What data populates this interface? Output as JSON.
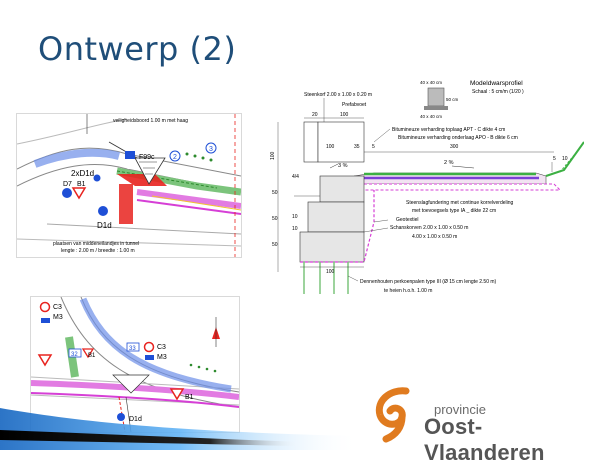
{
  "slide": {
    "title": "Ontwerp (2)"
  },
  "plan_top": {
    "note_rail": "veiligheidsboord 1.00 m met haag",
    "sign_code": "F99c",
    "badge_left": "2",
    "badge_right": "3",
    "sign_2xd1d": "2xD1d",
    "sign_d7": "D7",
    "sign_b1": "B1",
    "sign_d1d": "D1d",
    "note_tunnel_1": "plaatsen van middeneilandjes in tunnel",
    "note_tunnel_2": "lengte : 2.00 m / breedte : 1.00 m"
  },
  "plan_bottom": {
    "sign_c3_left": "C3",
    "sign_m3_left": "M3",
    "sign_b1_left": "B1",
    "badge_32": "32",
    "badge_33": "33",
    "sign_c3_right": "C3",
    "sign_m3_right": "M3",
    "sign_b1_right": "B1",
    "sign_d1d": "D1d"
  },
  "section": {
    "model_title": "Modeldwarsprofiel",
    "model_scale": "Schaal : 5 cm/m (1/20 )",
    "dim_top_block": "40 x 40 cm",
    "dim_bottom_block": "40 x 40 cm",
    "dim_block_h": "50 cm",
    "label_kerb": "Steenkorf 2.00 x 1.00 x 0.20 m",
    "label_footing": "Prefabvoet",
    "label_top_layer": "Bitumineuze verharding toplaag APT - C dikte 4 cm",
    "label_under_layer": "Bitumineuze verharding onderlaag APO - B dikte 6 cm",
    "label_foundation_1": "Steenslagfundering met continue korrelverdeling",
    "label_foundation_2": "met toevoegsels type IA _ dikte 22 cm",
    "label_geotextile": "Geotextiel",
    "label_gabion_1": "Schanskorven 2.00 x 1.00 x 0.50 m",
    "label_gabion_2": "4.00 x 1.00 x 0.50 m",
    "label_piles_1": "Dennenhouten perkoenpalen type III (Ø 15 cm lengte 2.50 m)",
    "label_piles_2": "te heien h.o.h. 1.00 m",
    "dim_20": "20",
    "dim_100_top": "100",
    "dim_100_left": "100",
    "dim_35": "35",
    "dim_5": "5",
    "dim_300": "300",
    "dim_10_right": "10",
    "dim_5_right": "5",
    "slope_left": "3 %",
    "slope_right": "2 %",
    "dim_44": "4/4",
    "dim_100_vert": "100",
    "dim_50_a": "50",
    "dim_10_a": "10",
    "dim_10_b": "10",
    "dim_50_b": "50",
    "dim_50_c": "50",
    "dim_100_bottom": "100"
  },
  "logo": {
    "line1": "provincie",
    "line2": "Oost-Vlaanderen"
  },
  "colors": {
    "title": "#1f4e79",
    "plan_red": "#e8231f",
    "plan_green": "#5cb85c",
    "plan_magenta": "#d63fd6",
    "plan_blue": "#1e4fd6",
    "logo_orange": "#e07b1f"
  }
}
